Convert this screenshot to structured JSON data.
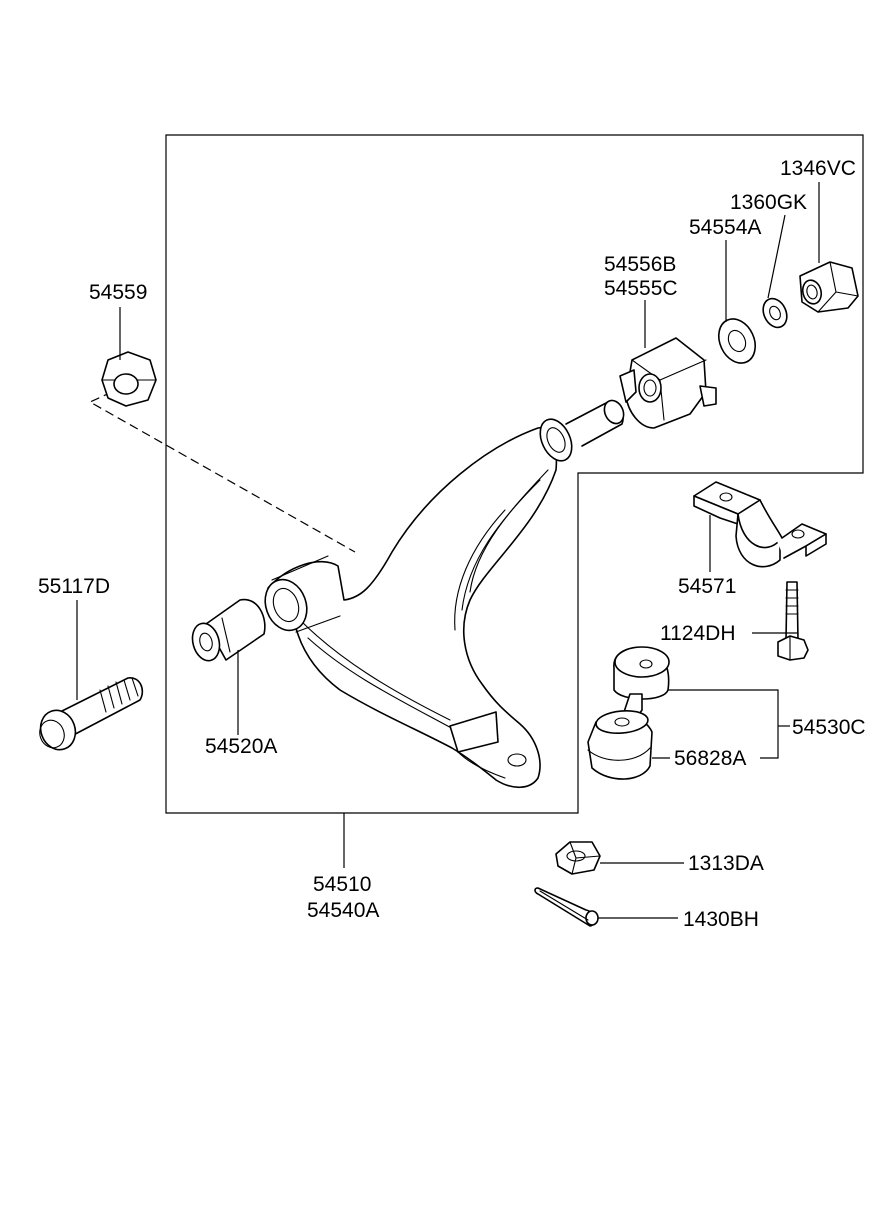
{
  "labels": {
    "p_1346VC": "1346VC",
    "p_1360GK": "1360GK",
    "p_54554A": "54554A",
    "p_54556B": "54556B",
    "p_54555C": "54555C",
    "p_54559": "54559",
    "p_55117D": "55117D",
    "p_54520A": "54520A",
    "p_54510": "54510",
    "p_54540A": "54540A",
    "p_54571": "54571",
    "p_1124DH": "1124DH",
    "p_54530C": "54530C",
    "p_56828A": "56828A",
    "p_1313DA": "1313DA",
    "p_1430BH": "1430BH"
  }
}
